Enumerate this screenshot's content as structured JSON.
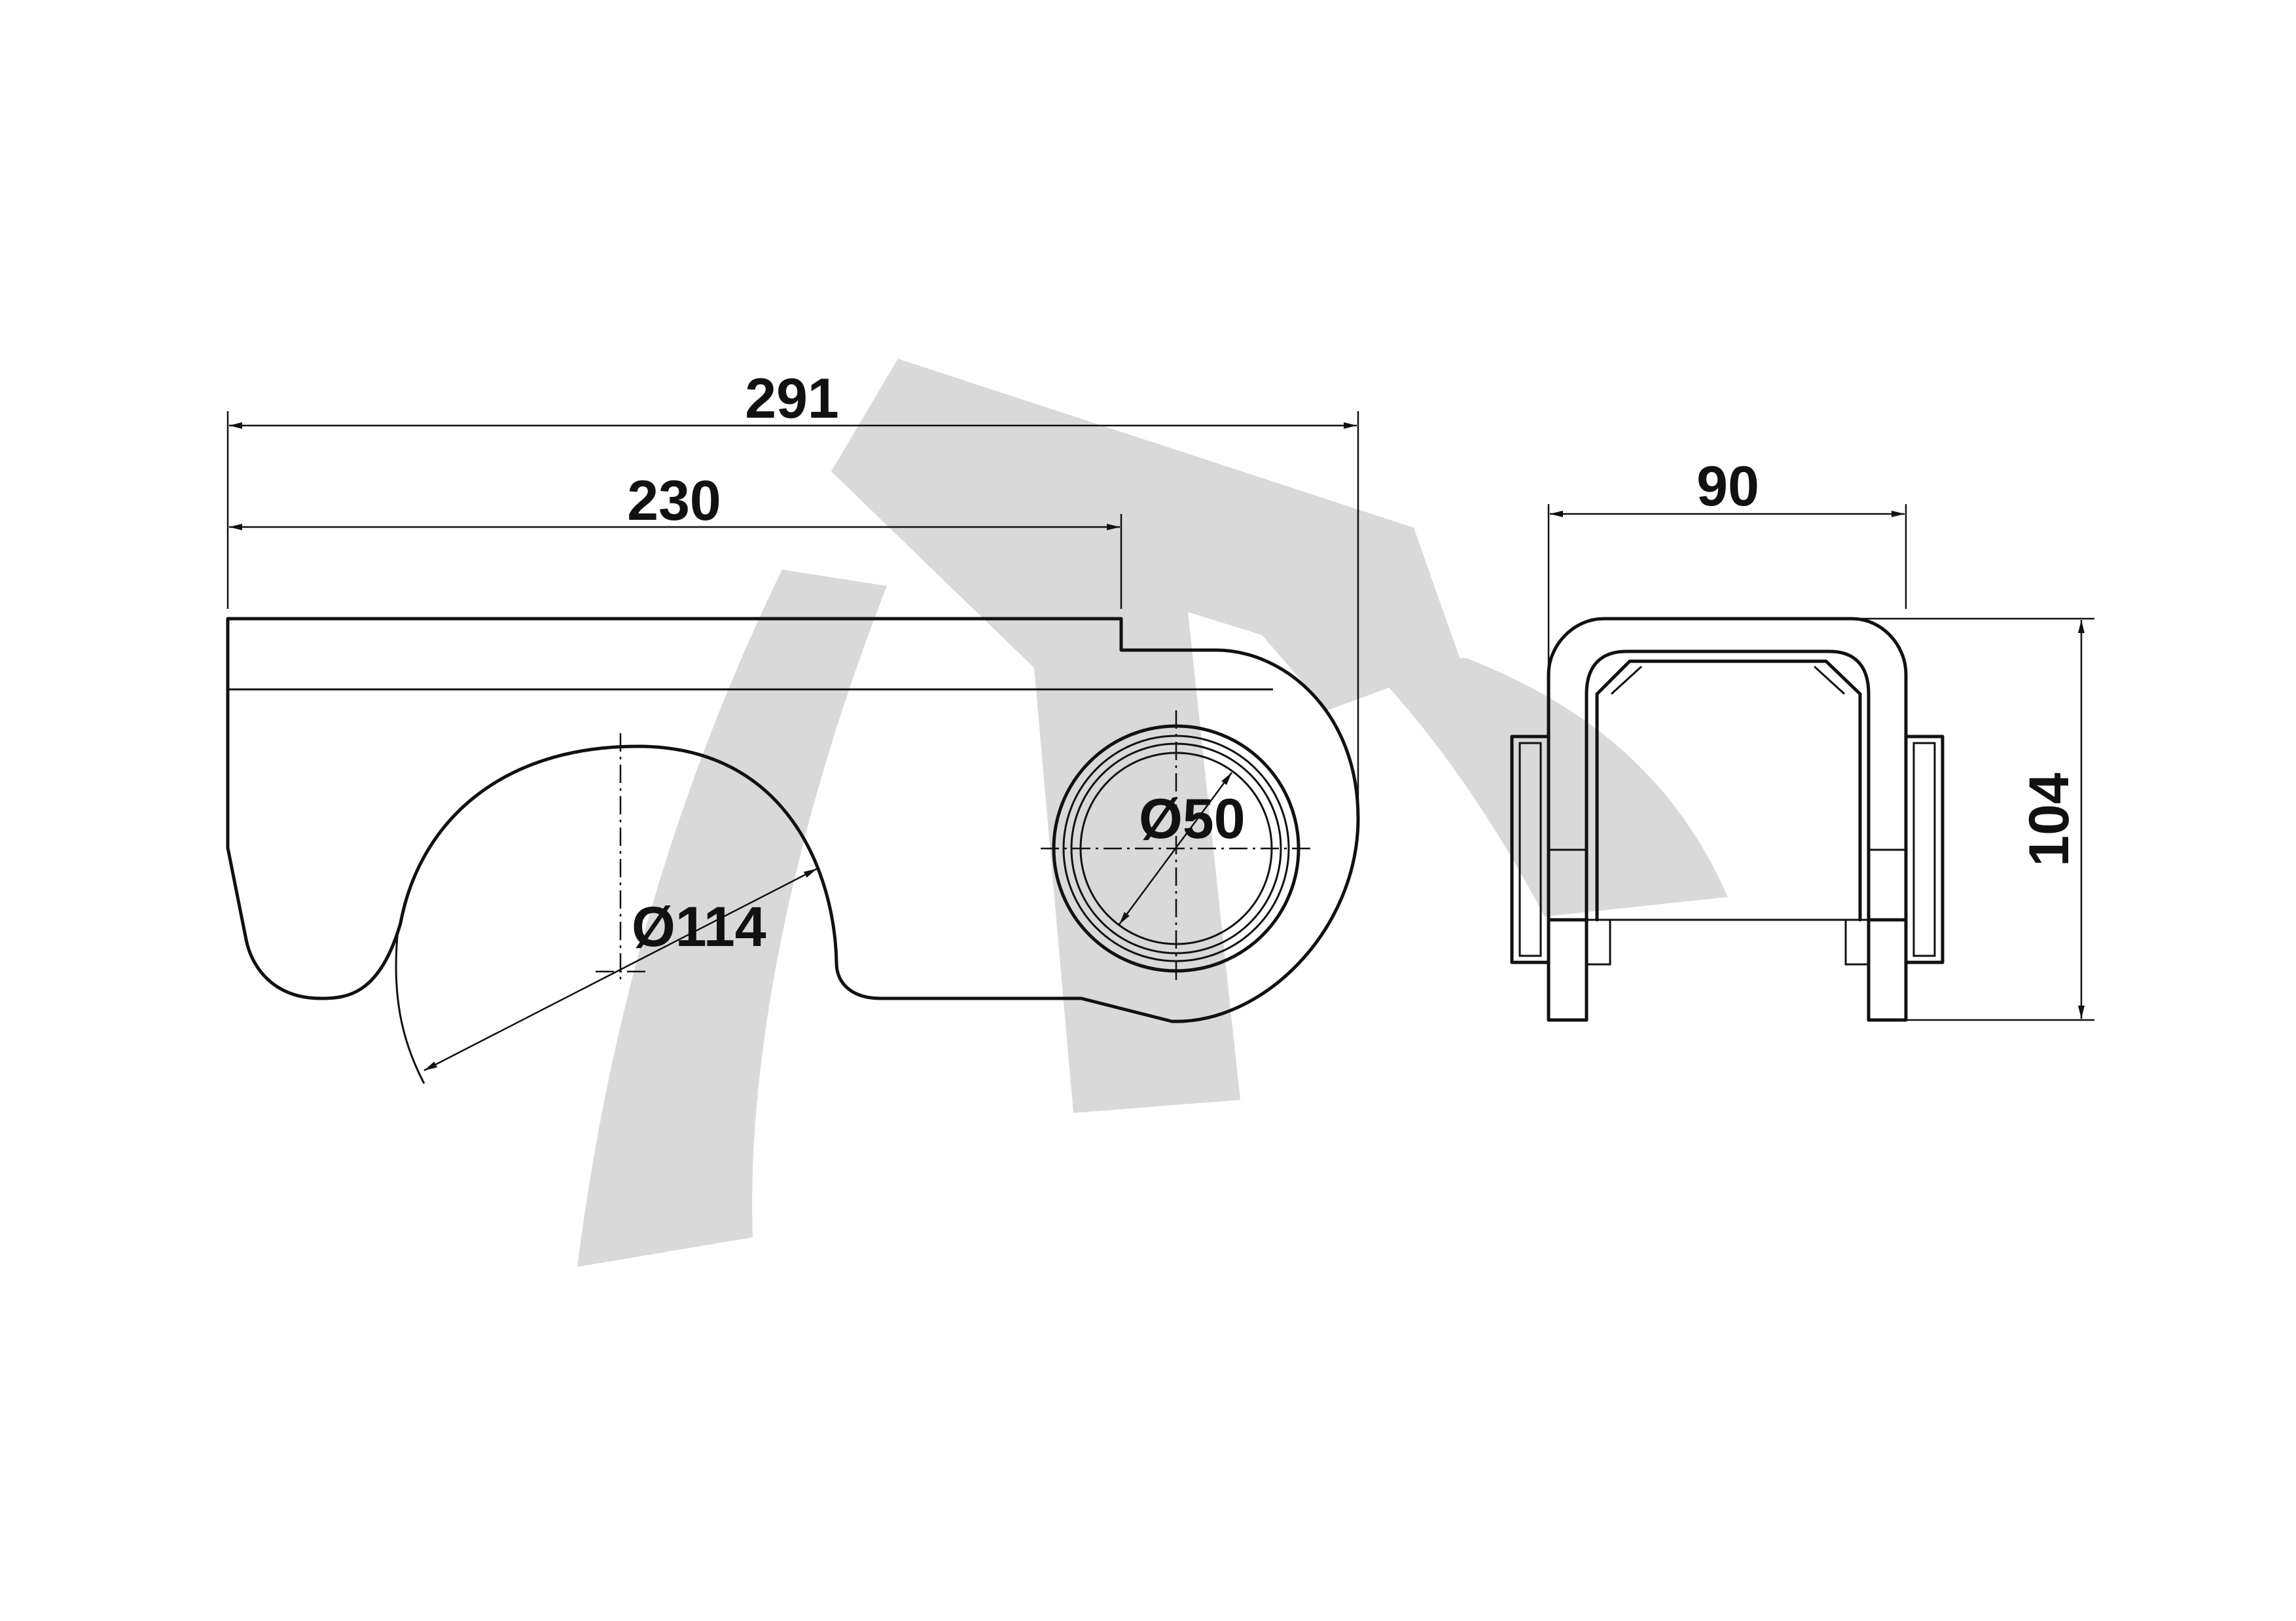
{
  "dimensions": {
    "overall_length": "291",
    "bracket_length": "230",
    "side_width": "90",
    "side_height": "104",
    "large_bore_diameter": "Ø114",
    "small_bore_diameter": "Ø50"
  },
  "watermark": {
    "icon": "tr-logo-watermark",
    "color": "#d9d9d9"
  }
}
